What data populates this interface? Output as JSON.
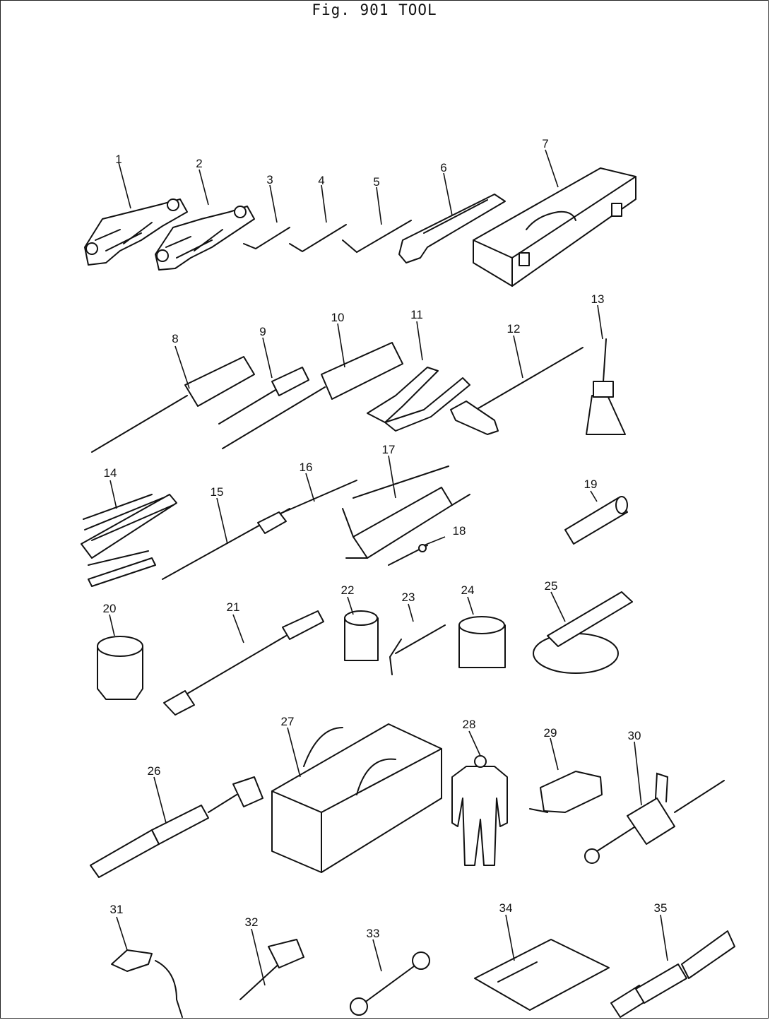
{
  "figure": {
    "title": "Fig. 901   TOOL"
  },
  "parts": [
    {
      "no": "1"
    },
    {
      "no": "2"
    },
    {
      "no": "3"
    },
    {
      "no": "4"
    },
    {
      "no": "5"
    },
    {
      "no": "6"
    },
    {
      "no": "7"
    },
    {
      "no": "8"
    },
    {
      "no": "9"
    },
    {
      "no": "10"
    },
    {
      "no": "11"
    },
    {
      "no": "12"
    },
    {
      "no": "13"
    },
    {
      "no": "14"
    },
    {
      "no": "15"
    },
    {
      "no": "16"
    },
    {
      "no": "17"
    },
    {
      "no": "18"
    },
    {
      "no": "19"
    },
    {
      "no": "20"
    },
    {
      "no": "21"
    },
    {
      "no": "22"
    },
    {
      "no": "23"
    },
    {
      "no": "24"
    },
    {
      "no": "25"
    },
    {
      "no": "26"
    },
    {
      "no": "27"
    },
    {
      "no": "28"
    },
    {
      "no": "29"
    },
    {
      "no": "30"
    },
    {
      "no": "31"
    },
    {
      "no": "32"
    },
    {
      "no": "33"
    },
    {
      "no": "34"
    },
    {
      "no": "35"
    }
  ]
}
